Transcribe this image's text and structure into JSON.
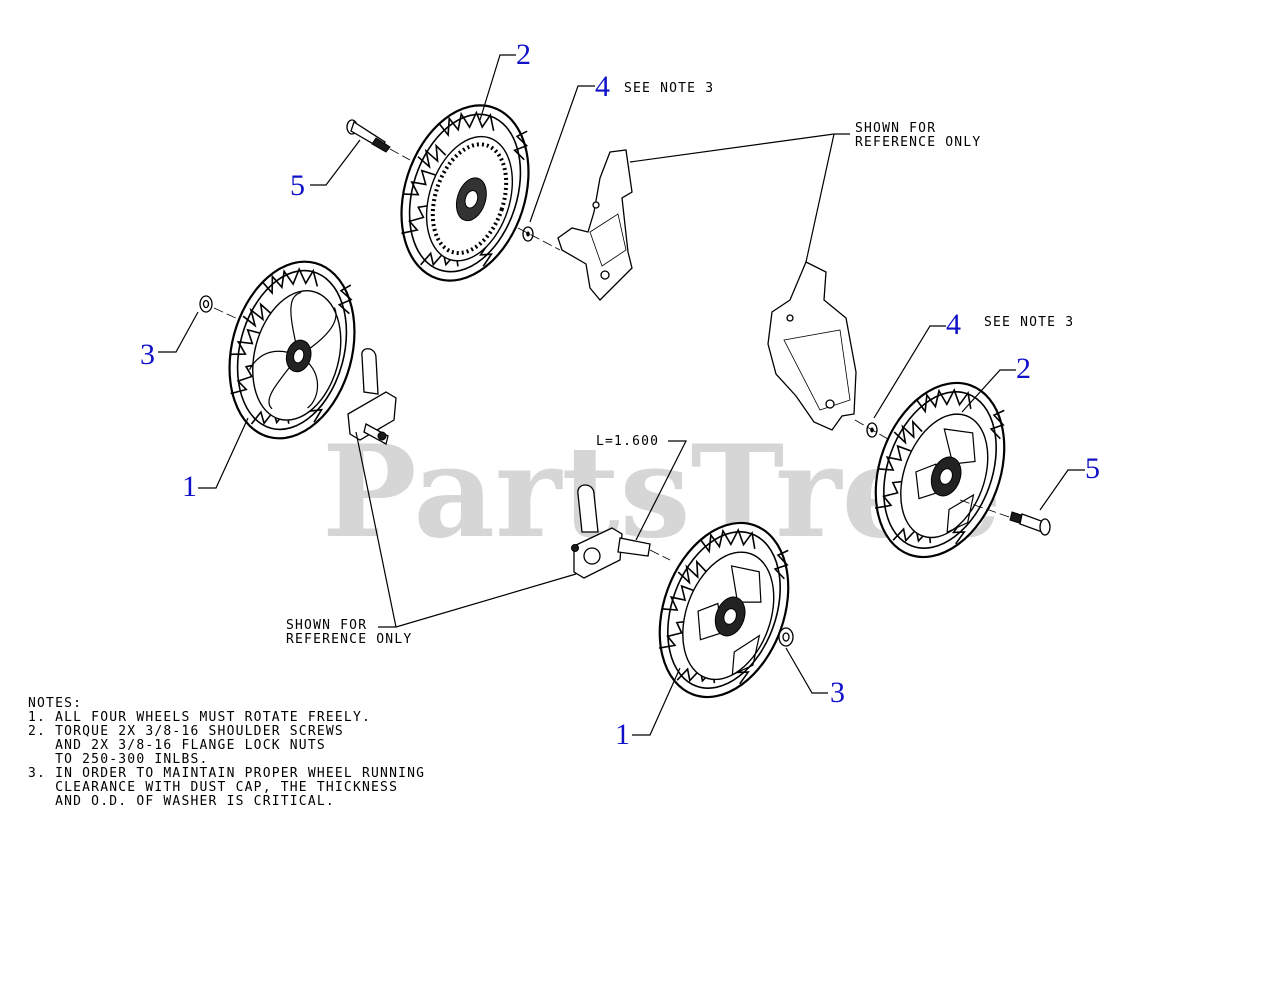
{
  "watermark": "PartsTree",
  "callouts": {
    "top_wheel": "2",
    "top_washer": "4",
    "top_screw": "5",
    "left_dustcap": "3",
    "left_wheel": "1",
    "right_washer": "4",
    "right_wheel": "2",
    "right_screw": "5",
    "bottom_nut": "3",
    "bottom_wheel": "1"
  },
  "labels": {
    "see_note_top": "SEE NOTE 3",
    "see_note_right": "SEE NOTE 3",
    "ref_top_line1": "SHOWN FOR",
    "ref_top_line2": "REFERENCE ONLY",
    "ref_bottom_line1": "SHOWN FOR",
    "ref_bottom_line2": "REFERENCE ONLY",
    "length": "L=1.600"
  },
  "notes": {
    "heading": "NOTES:",
    "lines": [
      "1. ALL FOUR WHEELS MUST ROTATE FREELY.",
      "2. TORQUE 2X 3/8-16 SHOULDER SCREWS",
      "   AND 2X 3/8-16 FLANGE LOCK NUTS",
      "   TO 250-300 INLBS.",
      "3. IN ORDER TO MAINTAIN PROPER WHEEL RUNNING",
      "   CLEARANCE WITH DUST CAP, THE THICKNESS",
      "   AND O.D. OF WASHER IS CRITICAL."
    ]
  }
}
